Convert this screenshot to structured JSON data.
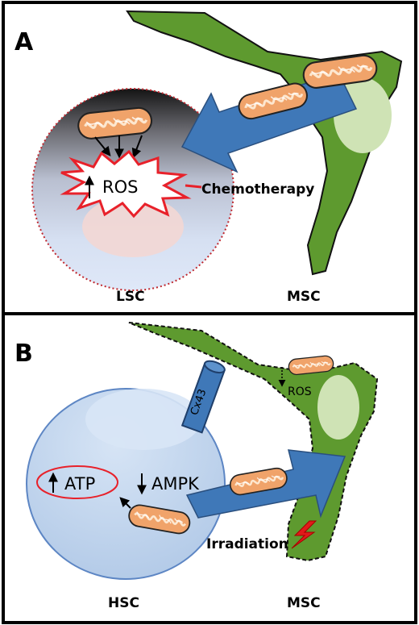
{
  "panel_a": {
    "letter": "A",
    "ros_label": "ROS",
    "chemotherapy_label": "Chemotherapy",
    "left_cell_label": "LSC",
    "right_cell_label": "MSC"
  },
  "panel_b": {
    "letter": "B",
    "cx43_label": "Cx43",
    "ros_label": "ROS",
    "atp_label": "ATP",
    "ampk_label": "AMPK",
    "irradiation_label": "Irradiation",
    "left_cell_label": "HSC",
    "right_cell_label": "MSC"
  },
  "colors": {
    "msc_green": "#5e9a2f",
    "nucleus_green": "#cfe3b5",
    "arrow_blue": "#3f78b8",
    "ros_red": "#e8212a",
    "lsc_nucleus_pink": "#f3d7d4",
    "hsc_blue": "#bcd3ee",
    "mito_orange": "#f0a36a",
    "lightning_red": "#e11a1a"
  }
}
